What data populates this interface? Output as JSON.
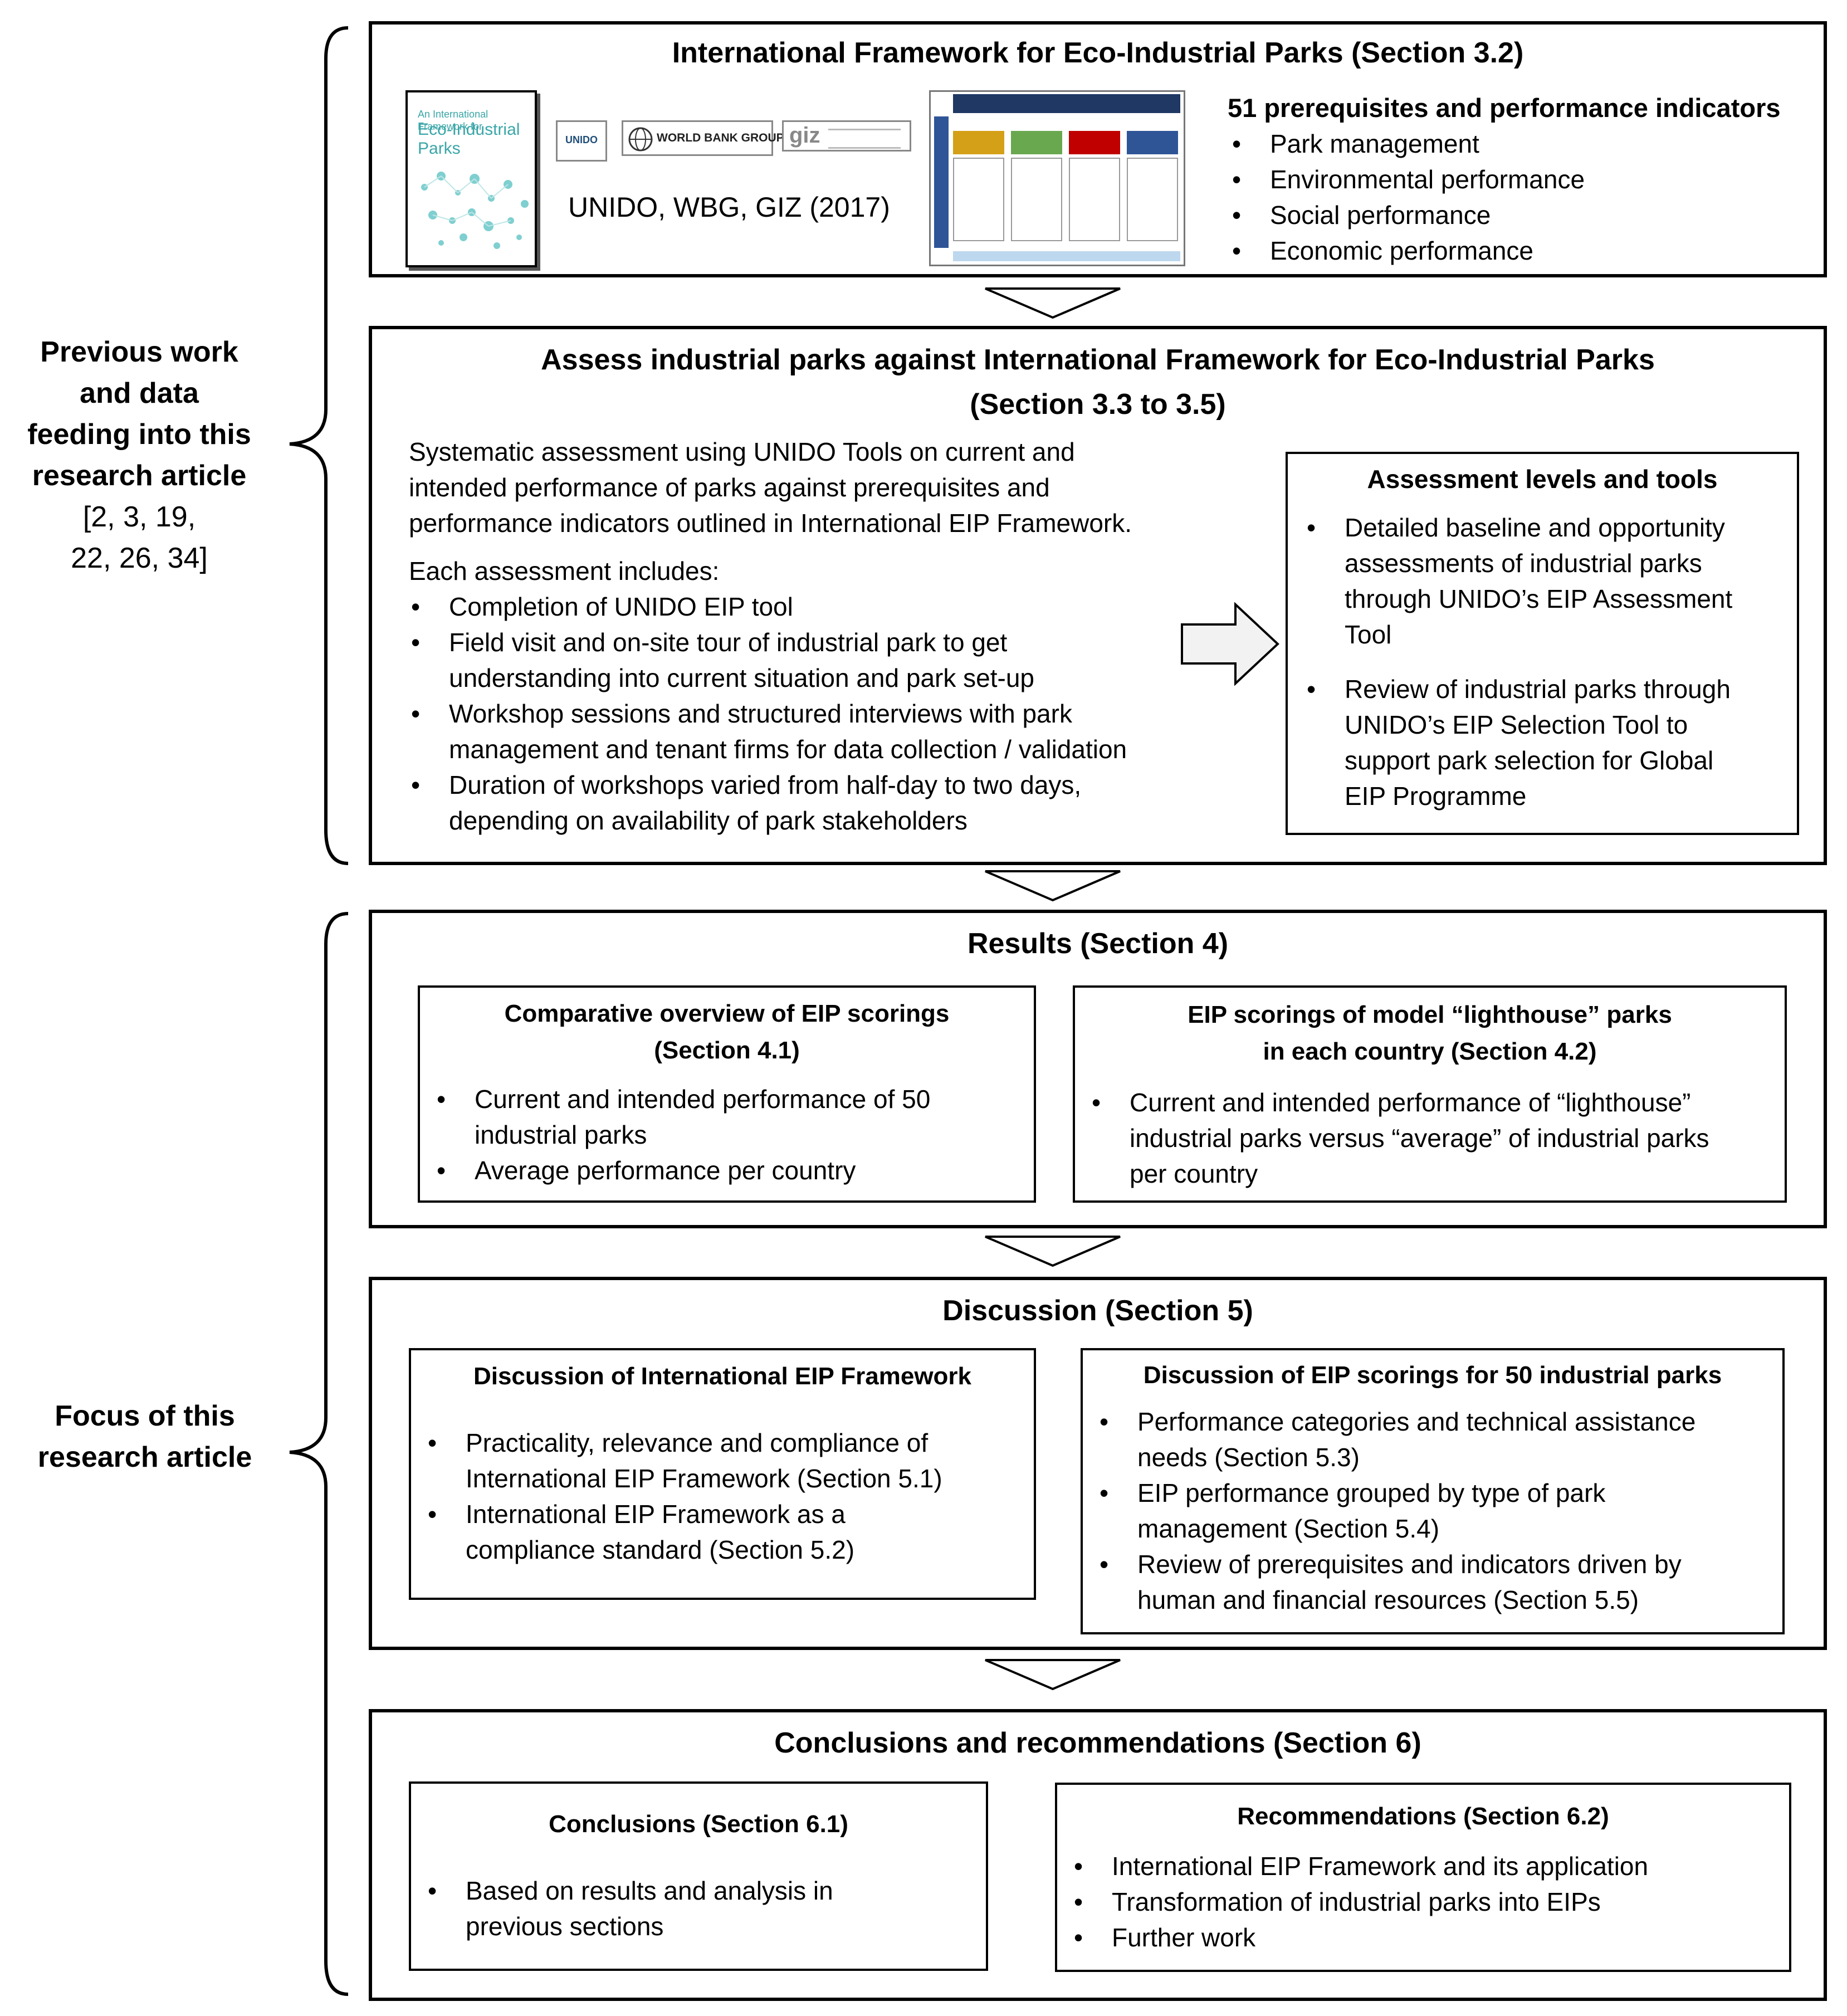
{
  "side_labels": {
    "previous": [
      "Previous work",
      "and data",
      "feeding into this",
      "research article"
    ],
    "previous_refs": [
      "[2, 3, 19,",
      "22, 26, 34]"
    ],
    "focus": [
      "Focus of this",
      "research article"
    ]
  },
  "framework": {
    "title": "International Framework for Eco-Industrial Parks (Section 3.2)",
    "cover_title_small": "An International Framework for",
    "cover_title": "Eco-Industrial Parks",
    "logos": [
      "UNIDO",
      "WORLD BANK GROUP",
      "giz"
    ],
    "citation": "UNIDO, WBG, GIZ (2017)",
    "indicators_heading": "51 prerequisites and performance indicators",
    "indicators": [
      "Park management",
      "Environmental performance",
      "Social performance",
      "Economic performance"
    ]
  },
  "assess": {
    "title_line1": "Assess industrial parks against International Framework for Eco-Industrial Parks",
    "title_line2": "(Section 3.3 to 3.5)",
    "intro": [
      "Systematic assessment using UNIDO Tools on current and",
      "intended performance of parks against prerequisites and",
      "performance indicators outlined in International EIP Framework."
    ],
    "includes_label": "Each assessment includes:",
    "items": [
      [
        "Completion of UNIDO EIP tool"
      ],
      [
        "Field visit and on-site tour of industrial park to get",
        "understanding into current situation and park set-up"
      ],
      [
        "Workshop sessions and structured interviews with park",
        "management and tenant firms for data collection / validation"
      ],
      [
        "Duration of workshops varied from half-day to two days,",
        "depending on availability of park stakeholders"
      ]
    ],
    "levels_title": "Assessment levels and tools",
    "levels": [
      [
        "Detailed baseline and opportunity",
        "assessments of industrial parks",
        "through UNIDO’s EIP Assessment",
        "Tool"
      ],
      [
        "Review of industrial parks through",
        "UNIDO’s EIP Selection Tool to",
        "support park selection for Global",
        "EIP Programme"
      ]
    ]
  },
  "results": {
    "title": "Results (Section 4)",
    "left_title": [
      "Comparative overview of EIP scorings",
      "(Section 4.1)"
    ],
    "left_items": [
      [
        "Current and intended performance of 50",
        "industrial parks"
      ],
      [
        "Average performance per country"
      ]
    ],
    "right_title": [
      "EIP scorings of model “lighthouse” parks",
      "in each country (Section 4.2)"
    ],
    "right_items": [
      [
        "Current and intended performance of “lighthouse”",
        "industrial parks versus “average” of industrial parks",
        "per country"
      ]
    ]
  },
  "discussion": {
    "title": "Discussion (Section 5)",
    "left_title": "Discussion of International EIP Framework",
    "left_items": [
      [
        "Practicality, relevance and compliance of",
        "International EIP Framework (Section 5.1)"
      ],
      [
        "International EIP Framework as a",
        "compliance standard (Section 5.2)"
      ]
    ],
    "right_title": "Discussion of EIP scorings for 50 industrial parks",
    "right_items": [
      [
        "Performance categories and technical assistance",
        "needs (Section 5.3)"
      ],
      [
        "EIP performance grouped by type of park",
        "management (Section 5.4)"
      ],
      [
        "Review of prerequisites and indicators driven by",
        "human and financial resources (Section 5.5)"
      ]
    ]
  },
  "conclusions": {
    "title": "Conclusions and recommendations (Section 6)",
    "left_title": "Conclusions (Section 6.1)",
    "left_items": [
      [
        "Based on results and analysis in",
        "previous sections"
      ]
    ],
    "right_title": "Recommendations (Section 6.2)",
    "right_items": [
      [
        "International EIP Framework and its application"
      ],
      [
        "Transformation of industrial parks into EIPs"
      ],
      [
        "Further work"
      ]
    ]
  },
  "colors": {
    "mini_green": "#6aa84f",
    "mini_yellow": "#d4a017",
    "mini_red": "#c00000",
    "mini_blue": "#2f5597",
    "cover_teal": "#3aa6a8"
  }
}
